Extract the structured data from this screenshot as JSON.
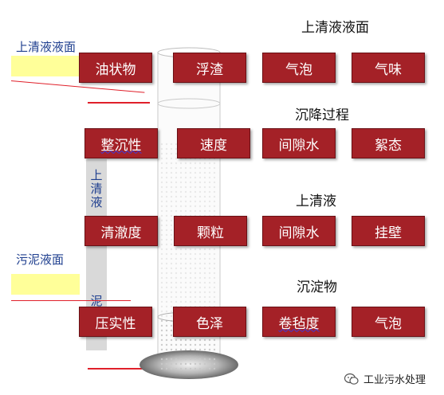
{
  "colors": {
    "box_fill": "#a42127",
    "label_blue": "#1f3f8f",
    "marker_yellow": "#ffff99",
    "marker_red": "#e0202a"
  },
  "left_labels": {
    "supernatant_surface": "上清液液面",
    "sludge_surface": "污泥液面",
    "vertical_1": "上清液",
    "vertical_2": "泥"
  },
  "sections": [
    {
      "title": "上清液液面",
      "items": [
        "油状物",
        "浮渣",
        "气泡",
        "气味"
      ]
    },
    {
      "title": "沉降过程",
      "items": [
        "整沉性",
        "速度",
        "间隙水",
        "絮态"
      ]
    },
    {
      "title": "上清液",
      "items": [
        "清澈度",
        "颗粒",
        "间隙水",
        "挂壁"
      ]
    },
    {
      "title": "沉淀物",
      "items": [
        "压实性",
        "色泽",
        "卷毡度",
        "气泡"
      ]
    }
  ],
  "watermark": "工业污水处理"
}
